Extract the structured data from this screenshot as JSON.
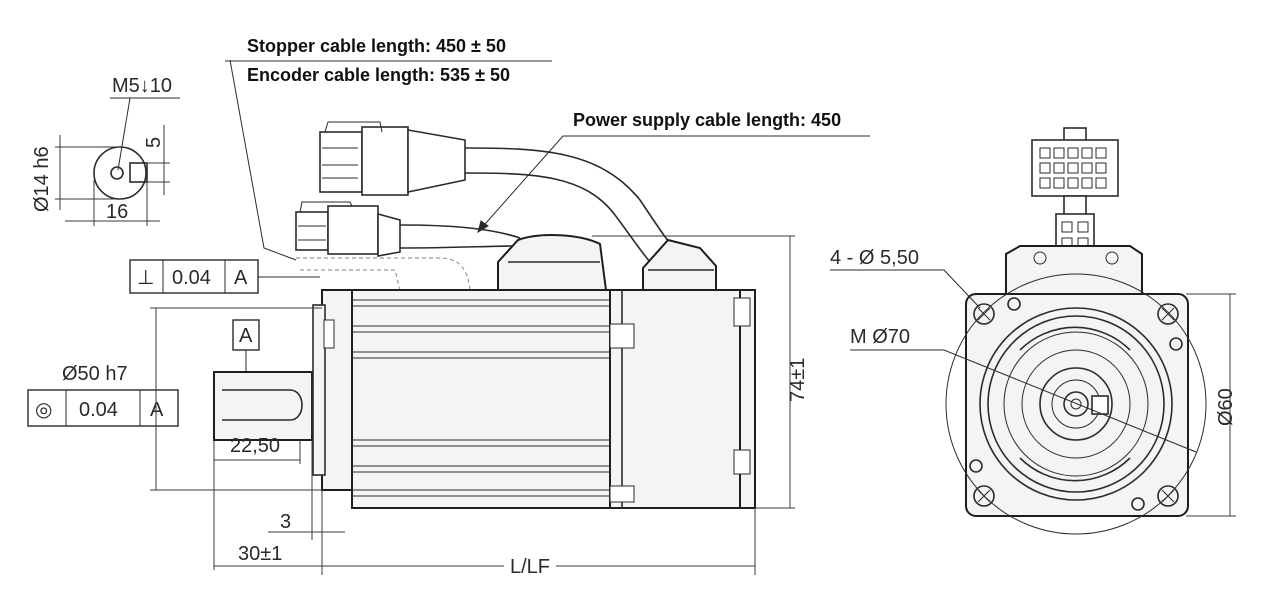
{
  "callouts": {
    "stopper_cable": "Stopper cable length: 450 ± 50",
    "encoder_cable": "Encoder cable length: 535 ± 50",
    "power_cable": "Power supply cable length: 450"
  },
  "shaft_end": {
    "thread": "M5",
    "thread_depth": "10",
    "diameter": "Ø14 h6",
    "key_width": "5",
    "key_height": "16"
  },
  "perpendicularity": {
    "symbol": "⊥",
    "value": "0.04",
    "datum": "A"
  },
  "datum_label": "A",
  "concentricity": {
    "pilot": "Ø50 h7",
    "symbol": "◎",
    "value": "0.04",
    "datum": "A"
  },
  "dimensions": {
    "shaft_length": "22,50",
    "flange_thickness": "3",
    "shaft_total": "30±1",
    "motor_length": "L/LF",
    "height": "74±1"
  },
  "front_view": {
    "holes": "4 - Ø 5,50",
    "bolt_circle": "M Ø70",
    "square": "Ø60"
  }
}
